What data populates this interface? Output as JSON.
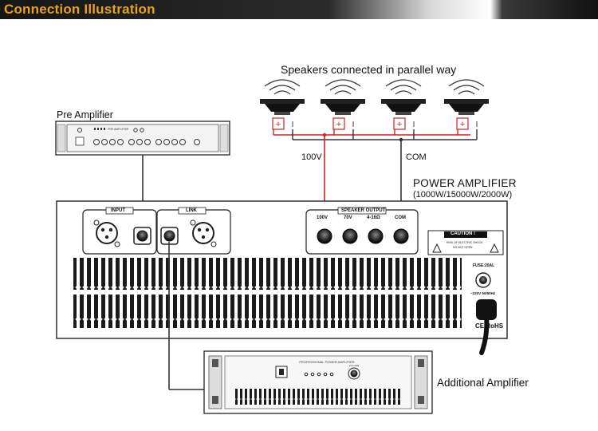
{
  "header": {
    "title": "Connection Illustration",
    "accent_color": "#e8a21f"
  },
  "labels": {
    "speakers_caption": "Speakers connected in parallel way",
    "pre_amplifier": "Pre Amplifier",
    "power_amplifier": "POWER AMPLIFIER",
    "power_amplifier_models": "(1000W/15000W/2000W)",
    "additional_amplifier": "Additional Amplifier",
    "line_100v": "100V",
    "line_com": "COM"
  },
  "power_panel": {
    "input_label": "INPUT",
    "link_label": "LINK",
    "speaker_output_label": "SPEAKER OUTPUT",
    "terminals": [
      "100V",
      "70V",
      "4-16Ω",
      "COM"
    ],
    "caution_title": "CAUTION !",
    "caution_text_1": "RISK OF ELECTRIC SHOCK",
    "caution_text_2": "DO NOT OPEN",
    "fuse_label": "FUSE:20AL",
    "mains_label": "~220V 50/60Hz",
    "cert_marks": "CE RoHS"
  },
  "pre_amp_panel": {
    "model_text": "PRE AMPLIFIER"
  },
  "additional_amp_panel": {
    "model_text": "PROFESSIONAL POWER AMPLIFIER",
    "volume_label": "VOLUME"
  },
  "speakers": {
    "count": 4,
    "positive": "+",
    "negative": "−"
  },
  "wire_colors": {
    "hot": "#d42020",
    "common": "#333333"
  }
}
